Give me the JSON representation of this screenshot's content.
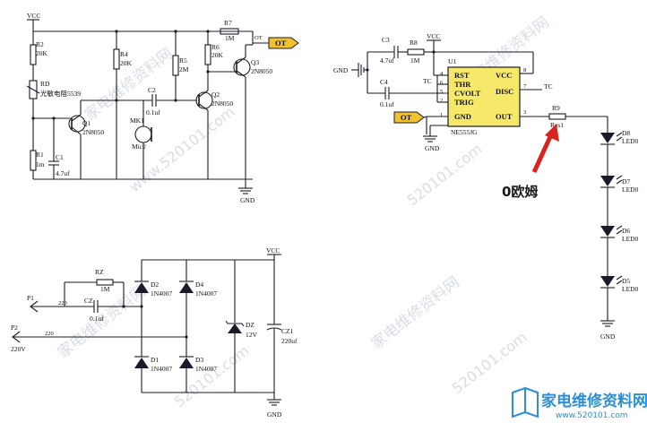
{
  "power": {
    "vcc": "VCC",
    "gnd": "GND"
  },
  "circuit1": {
    "r2": {
      "ref": "R2",
      "value": "20K"
    },
    "rd": {
      "ref": "RD",
      "value": "光敏电阻5539"
    },
    "r1": {
      "ref": "R1",
      "value": "1m"
    },
    "c1": {
      "ref": "C1",
      "value": "4.7uf"
    },
    "q1": {
      "ref": "Q1",
      "value": "2N8050"
    },
    "r4": {
      "ref": "R4",
      "value": "20K"
    },
    "mk1": {
      "ref": "MK1",
      "value": "Mic2"
    },
    "c2": {
      "ref": "C2",
      "value": "0.1uf"
    },
    "r5": {
      "ref": "R5",
      "value": "2M"
    },
    "q2": {
      "ref": "Q2",
      "value": "2N8050"
    },
    "r6": {
      "ref": "R6",
      "value": "20K"
    },
    "r7": {
      "ref": "R7",
      "value": "1M"
    },
    "q3": {
      "ref": "Q3",
      "value": "2N8050"
    },
    "out_flag": "OT"
  },
  "circuit2": {
    "c3": {
      "ref": "C3",
      "value": "4.7uf"
    },
    "r8": {
      "ref": "R8",
      "value": "1M"
    },
    "c4": {
      "ref": "C4",
      "value": "0.1uf"
    },
    "ic": {
      "ref": "U1",
      "part": "NE555JG",
      "pins_left": [
        "RST",
        "THR",
        "CVOLT",
        "TRIG",
        "GND"
      ],
      "pins_right": [
        "VCC",
        "DISC",
        "OUT"
      ],
      "pin_numbers_left": [
        "4",
        "6",
        "5",
        "2",
        "1"
      ],
      "pin_numbers_right": [
        "8",
        "7",
        "3"
      ]
    },
    "tc_label": "TC",
    "in_flag": "OT",
    "r9": {
      "ref": "R9",
      "value": "Res1"
    },
    "annotation": "0欧姆",
    "leds": [
      {
        "ref": "D8",
        "value": "LED0"
      },
      {
        "ref": "D7",
        "value": "LED0"
      },
      {
        "ref": "D6",
        "value": "LED0"
      },
      {
        "ref": "D5",
        "value": "LED0"
      }
    ]
  },
  "circuit3": {
    "p1": "P1",
    "p2": "P2",
    "p2_value": "220V",
    "net_220_a": "220",
    "net_220_b": "220",
    "rz": {
      "ref": "RZ",
      "value": "1M"
    },
    "cz": {
      "ref": "CZ",
      "value": "0.1uf"
    },
    "d1": {
      "ref": "D1",
      "value": "1N4007"
    },
    "d2": {
      "ref": "D2",
      "value": "1N4007"
    },
    "d3": {
      "ref": "D3",
      "value": "1N4007"
    },
    "d4": {
      "ref": "D4",
      "value": "1N4007"
    },
    "dz": {
      "ref": "DZ",
      "value": "12V"
    },
    "cz1": {
      "ref": "CZ1",
      "value": "220uf"
    }
  },
  "watermark": {
    "site": "家电维修资料网",
    "url": "www.520101.com",
    "url_short": "520101.com",
    "logo_text": "家电维修资料网",
    "logo_url": "www.520101.com"
  },
  "colors": {
    "flag": "#f2c22c",
    "arrow": "#d8231e",
    "logo": "#2a8fd6"
  }
}
